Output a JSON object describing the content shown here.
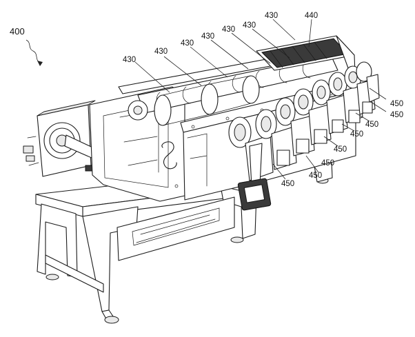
{
  "figure": {
    "label": "400",
    "callouts": {
      "roller_labels": [
        "430",
        "430",
        "430",
        "430",
        "430",
        "430",
        "430"
      ],
      "frame_label": "440",
      "valve_labels": [
        "450",
        "450",
        "450",
        "450",
        "450",
        "450",
        "450",
        "450"
      ]
    }
  }
}
